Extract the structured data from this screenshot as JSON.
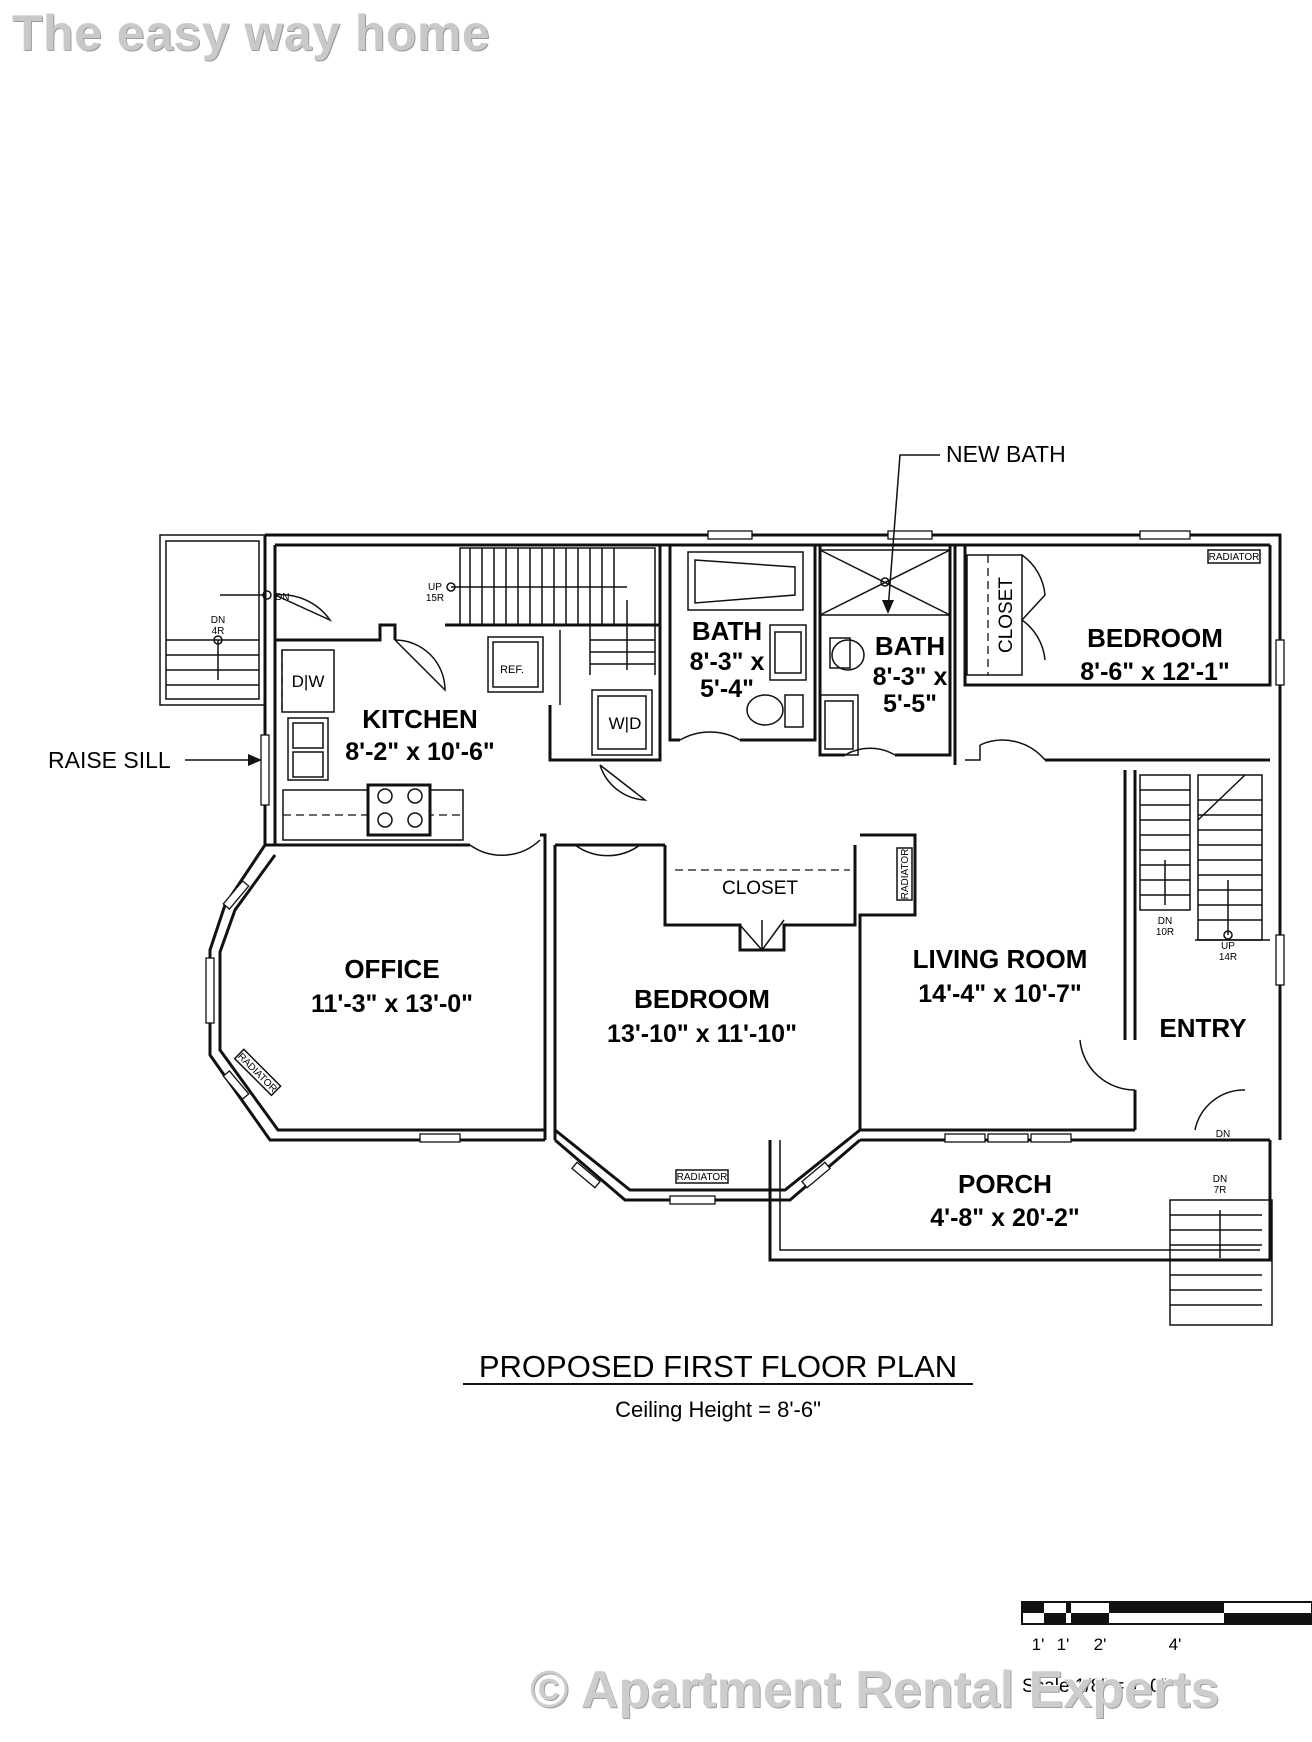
{
  "watermark_top": "The easy way home",
  "watermark_bottom": "© Apartment Rental Experts",
  "plan": {
    "title": "PROPOSED FIRST FLOOR PLAN",
    "subtitle": "Ceiling Height = 8'-6\"",
    "callouts": {
      "new_bath": "NEW BATH",
      "raise_sill": "RAISE SILL"
    },
    "rooms": {
      "kitchen": {
        "name": "KITCHEN",
        "dims": "8'-2\" x 10'-6\""
      },
      "bath1": {
        "name": "BATH",
        "dims_a": "8'-3\" x",
        "dims_b": "5'-4\""
      },
      "bath2": {
        "name": "BATH",
        "dims_a": "8'-3\" x",
        "dims_b": "5'-5\""
      },
      "bedroom1": {
        "name": "BEDROOM",
        "dims": "8'-6\" x 12'-1\""
      },
      "office": {
        "name": "OFFICE",
        "dims": "11'-3\" x 13'-0\""
      },
      "bedroom2": {
        "name": "BEDROOM",
        "dims": "13'-10\" x 11'-10\""
      },
      "living": {
        "name": "LIVING ROOM",
        "dims": "14'-4\" x 10'-7\""
      },
      "entry": {
        "name": "ENTRY"
      },
      "porch": {
        "name": "PORCH",
        "dims": "4'-8\" x 20'-2\""
      }
    },
    "fixtures": {
      "closet": "CLOSET",
      "dw": "D|W",
      "wd": "W|D",
      "ref": "REF.",
      "radiator": "RADIATOR"
    },
    "stairs": {
      "dn": "DN",
      "up": "UP",
      "r4": "4R",
      "r15": "15R",
      "r10": "10R",
      "r14": "14R",
      "r7": "7R"
    },
    "scale": {
      "ticks": [
        "1'",
        "1'",
        "2'",
        "4'"
      ],
      "label": "Scale 1/8\" = 1'-0\""
    }
  }
}
